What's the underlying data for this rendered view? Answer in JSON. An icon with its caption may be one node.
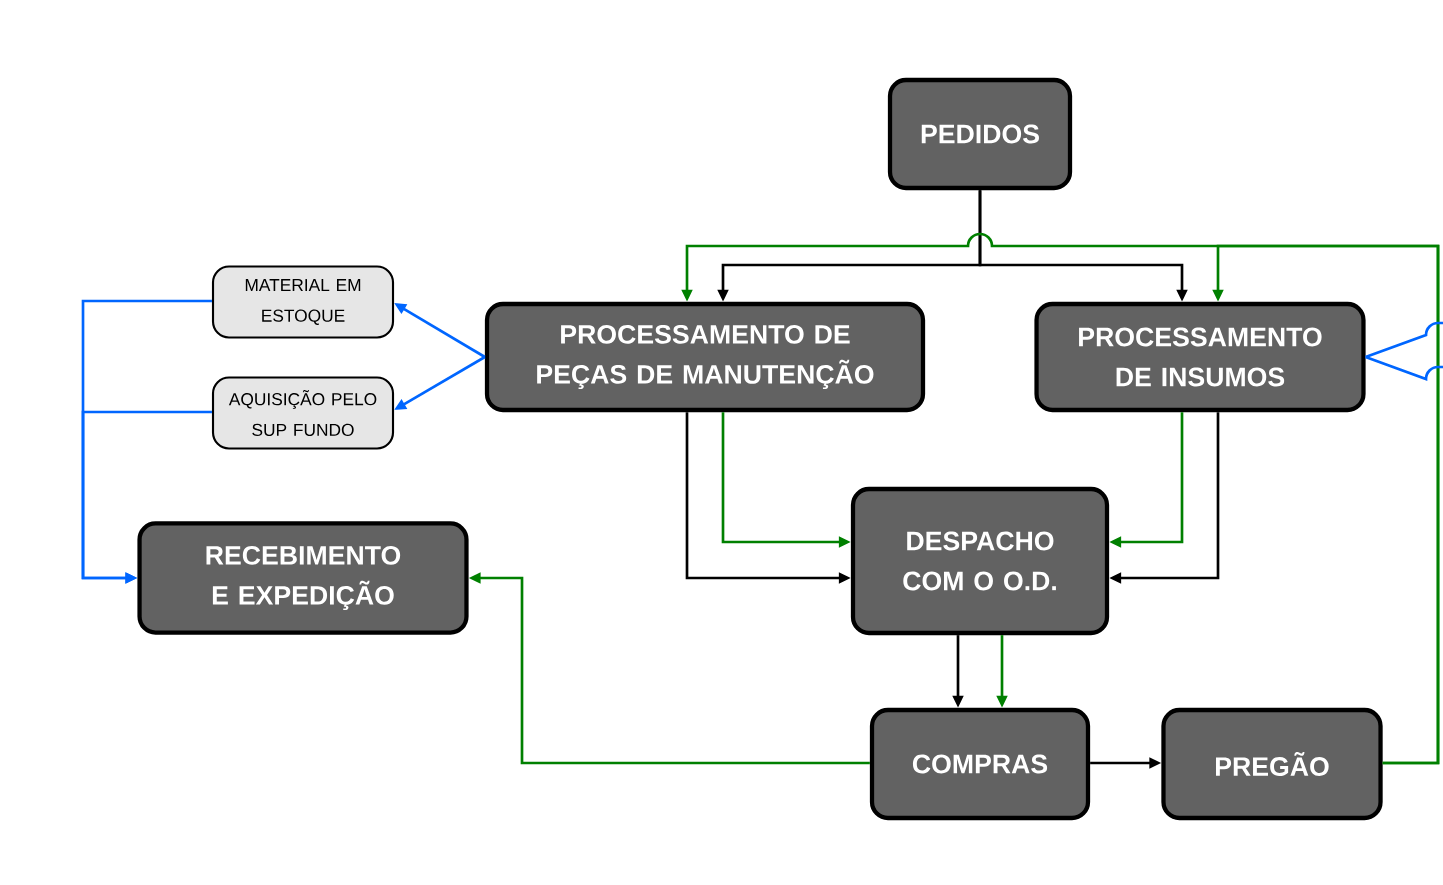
{
  "diagram": {
    "nodes": [
      {
        "text": [
          "PEDIDOS"
        ]
      },
      {
        "text": [
          "PROCESSAMENTO DE PEÇAS DE MANUTENÇÃO"
        ]
      },
      {
        "text": [
          "PROCESSAMENTO DE INSUMOS"
        ]
      },
      {
        "text": [
          "MATERIAL EM ESTOQUE"
        ]
      },
      {
        "text": [
          "AQUISIÇÃO PELO SUP FUNDO"
        ]
      },
      {
        "text": [
          "RECEBIMENTO E EXPEDIÇÃO"
        ]
      },
      {
        "text": [
          "DESPACHO COM O O.D."
        ]
      },
      {
        "text": [
          "COMPRAS"
        ]
      },
      {
        "text": [
          "PREGÃO"
        ]
      }
    ],
    "edges": [
      {
        "from": 0,
        "to": 1,
        "arrow": "to",
        "color": "#000000"
      },
      {
        "from": 0,
        "to": 2,
        "arrow": "to",
        "color": "#000000"
      },
      {
        "from": 8,
        "to": 1,
        "arrow": "to",
        "color": "#008000"
      },
      {
        "from": 8,
        "to": 2,
        "arrow": "to",
        "color": "#008000"
      },
      {
        "from": 1,
        "to": 3,
        "arrow": "to",
        "color": "#0066ff"
      },
      {
        "from": 1,
        "to": 4,
        "arrow": "to",
        "color": "#0066ff"
      },
      {
        "from": 2,
        "to": null,
        "arrow": "none",
        "color": "#0066ff"
      },
      {
        "from": 2,
        "to": null,
        "arrow": "none",
        "color": "#0066ff"
      },
      {
        "from": 3,
        "to": 5,
        "arrow": "to",
        "color": "#0066ff"
      },
      {
        "from": 4,
        "to": 5,
        "arrow": "to",
        "color": "#0066ff"
      },
      {
        "from": 1,
        "to": 6,
        "arrow": "to",
        "color": "#000000"
      },
      {
        "from": 1,
        "to": 6,
        "arrow": "to",
        "color": "#008000"
      },
      {
        "from": 2,
        "to": 6,
        "arrow": "to",
        "color": "#008000"
      },
      {
        "from": 2,
        "to": 6,
        "arrow": "to",
        "color": "#000000"
      },
      {
        "from": 6,
        "to": 7,
        "arrow": "to",
        "color": "#000000"
      },
      {
        "from": 6,
        "to": 7,
        "arrow": "to",
        "color": "#008000"
      },
      {
        "from": 7,
        "to": 8,
        "arrow": "to",
        "color": "#000000"
      },
      {
        "from": 7,
        "to": 5,
        "arrow": "to",
        "color": "#008000"
      }
    ]
  }
}
